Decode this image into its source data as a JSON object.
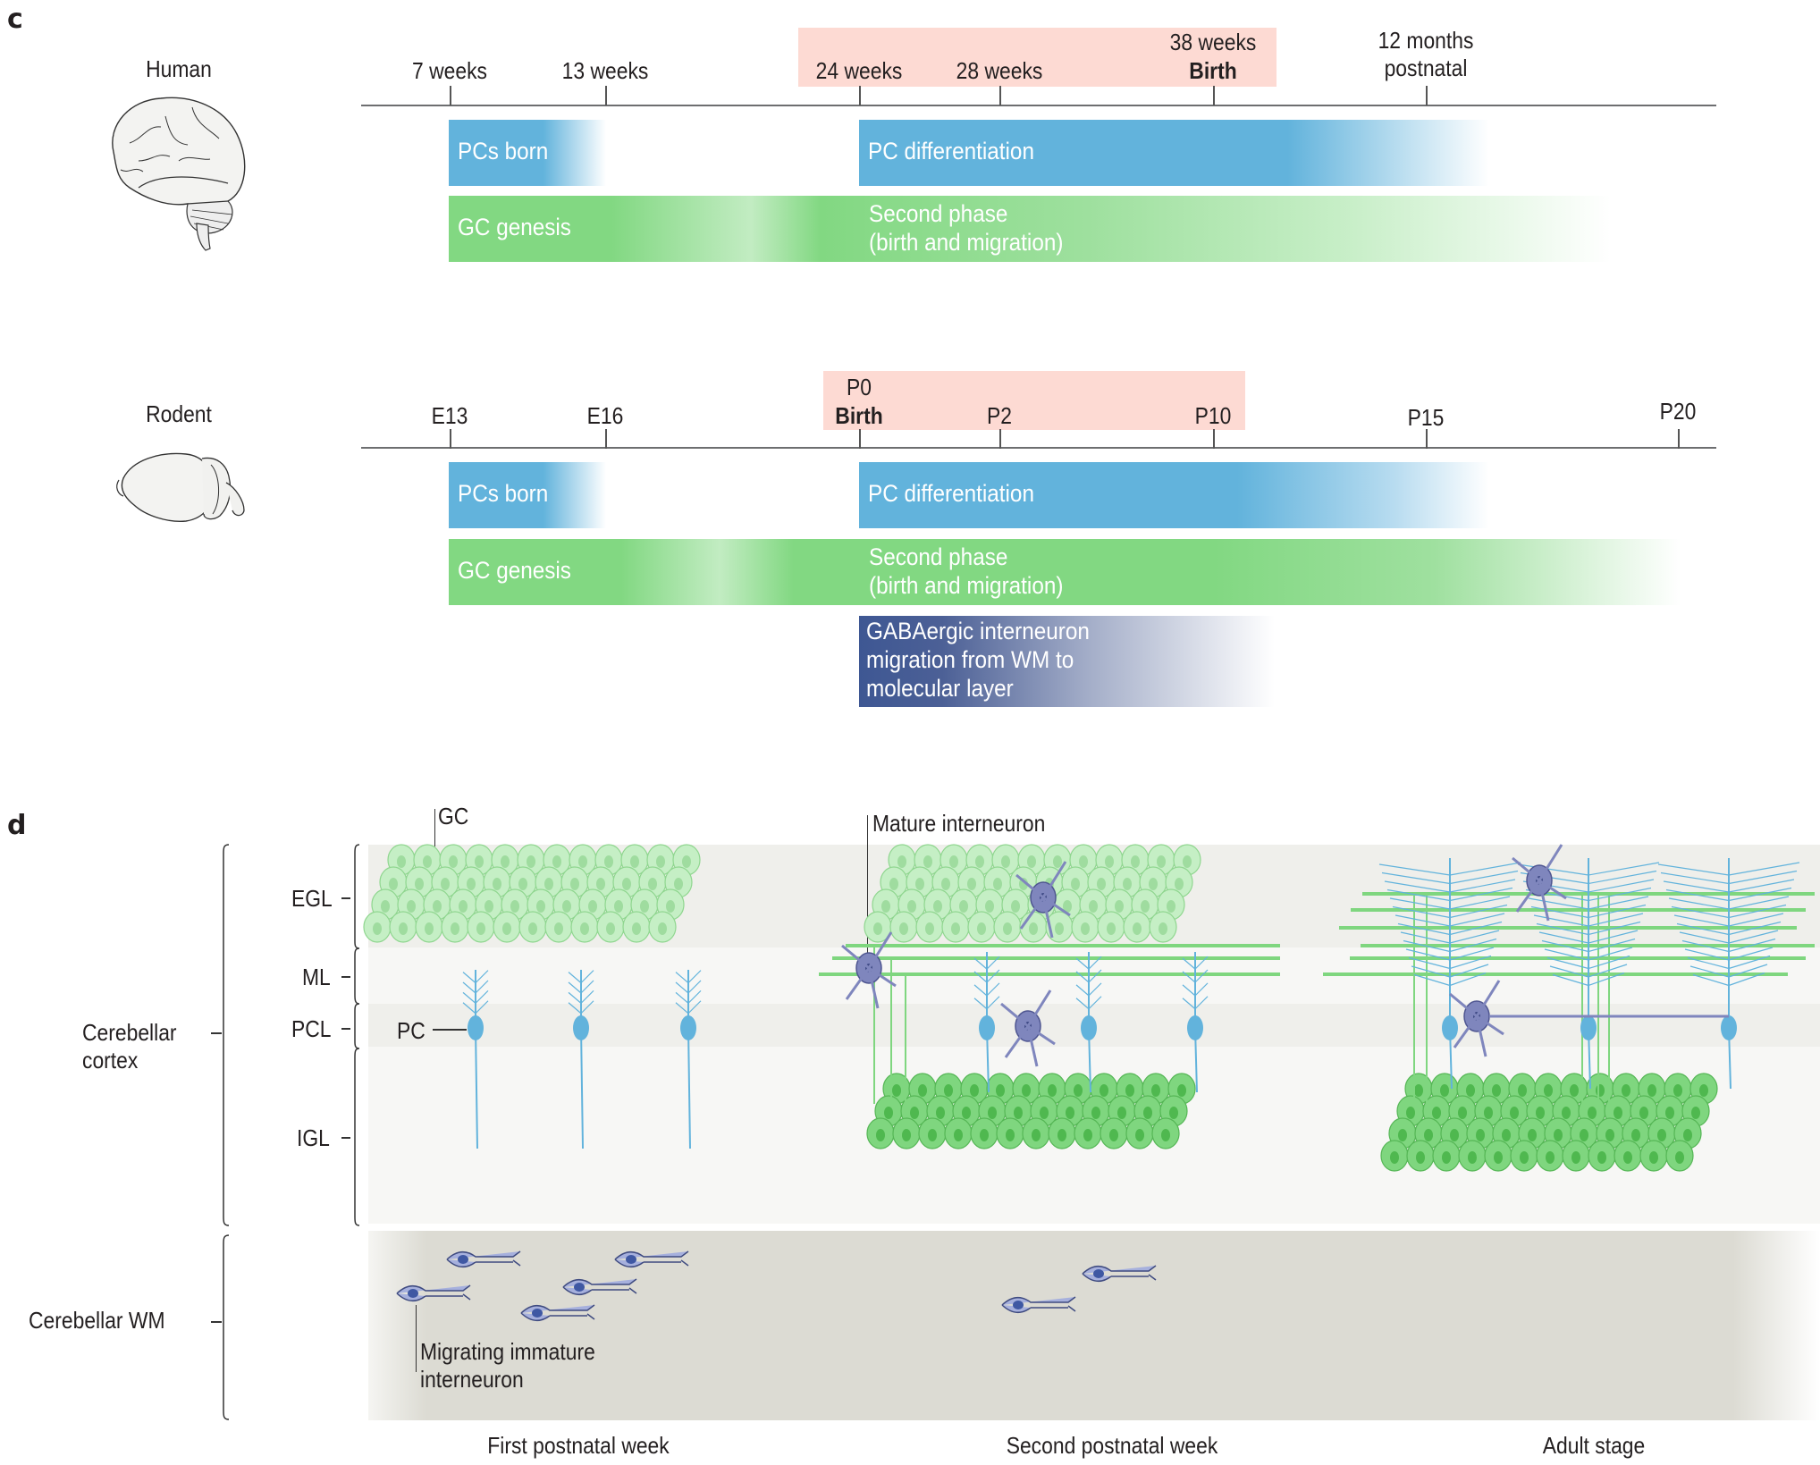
{
  "panel_c": {
    "letter": "c",
    "human": {
      "species": "Human",
      "icon": "human-brain-icon",
      "ticks": [
        {
          "label": "7 weeks"
        },
        {
          "label": "13 weeks"
        },
        {
          "label": "24 weeks"
        },
        {
          "label": "28 weeks"
        },
        {
          "label_top": "38 weeks",
          "label_bold": "Birth"
        },
        {
          "label_top": "12 months",
          "label_bottom": "postnatal"
        }
      ],
      "bars": [
        {
          "label": "PCs born",
          "from": "7 weeks",
          "to": "13 weeks"
        },
        {
          "label": "PC differentiation",
          "from": "24 weeks",
          "to": "12 months postnatal"
        },
        {
          "label": "GC genesis",
          "from": "7 weeks"
        },
        {
          "label_line1": "Second phase",
          "label_line2": "(birth and migration)",
          "from": "24 weeks"
        }
      ]
    },
    "rodent": {
      "species": "Rodent",
      "icon": "rodent-brain-icon",
      "ticks": [
        {
          "label": "E13"
        },
        {
          "label": "E16"
        },
        {
          "label_top": "P0",
          "label_bold": "Birth"
        },
        {
          "label": "P2"
        },
        {
          "label": "P10"
        },
        {
          "label": "P15"
        },
        {
          "label": "P20"
        }
      ],
      "bars": [
        {
          "label": "PCs born",
          "from": "E13",
          "to": "E16"
        },
        {
          "label": "PC differentiation",
          "from": "P0",
          "to": "P15"
        },
        {
          "label": "GC genesis",
          "from": "E13"
        },
        {
          "label_line1": "Second phase",
          "label_line2": "(birth and migration)",
          "from": "P0",
          "to": "P20"
        },
        {
          "label_line1": "GABAergic interneuron",
          "label_line2": "migration from WM to",
          "label_line3": "molecular layer",
          "from": "P0",
          "to": "P10"
        }
      ]
    },
    "colors": {
      "pc_bar": "#62b3dc",
      "gc_bar": "#82d882",
      "interneuron_bar": "#3e5793",
      "birth_highlight": "#fddad3"
    }
  },
  "panel_d": {
    "letter": "d",
    "region_labels": {
      "cortex_line1": "Cerebellar",
      "cortex_line2": "cortex",
      "wm": "Cerebellar WM"
    },
    "layers": [
      "EGL",
      "ML",
      "PCL",
      "IGL"
    ],
    "callouts": {
      "gc": "GC",
      "pc": "PC",
      "mature_interneuron": "Mature interneuron",
      "migrating_line1": "Migrating immature",
      "migrating_line2": "interneuron"
    },
    "stages": [
      "First postnatal week",
      "Second postnatal week",
      "Adult stage"
    ],
    "colors": {
      "gc_light": "#c5efc5",
      "gc_dark": "#7fd67f",
      "purkinje": "#62b3dc",
      "interneuron": "#7f86bd",
      "wm_background": "#dcdbd3",
      "egl_background": "#efefeb",
      "ml_background": "#f7f7f5"
    }
  }
}
